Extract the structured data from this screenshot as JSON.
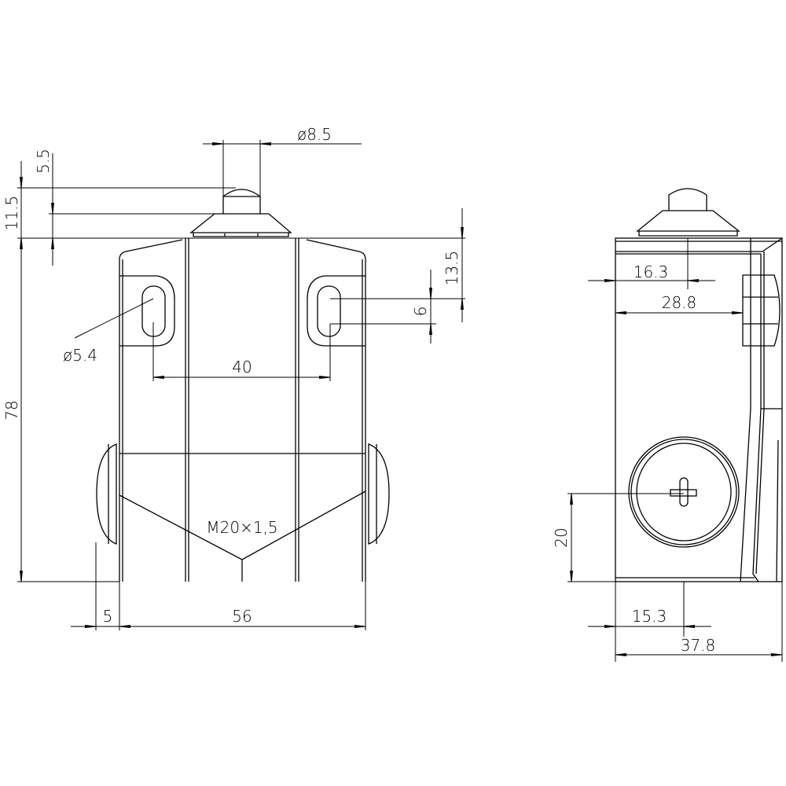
{
  "front_view": {
    "dims": {
      "plunger_diameter": "ø8.5",
      "plunger_travel": "5.5",
      "plunger_height": "11.5",
      "body_height": "78",
      "lug_offset": "13.5",
      "slot_length": "6",
      "hole_spacing": "40",
      "hole_diameter": "ø5.4",
      "gland_protrusion": "5",
      "body_width": "56"
    },
    "thread_label": "M20×1,5"
  },
  "side_view": {
    "dims": {
      "plunger_offset": "16.3",
      "lug_offset": "28.8",
      "gland_height": "20",
      "gland_offset": "15.3",
      "body_depth": "37.8"
    }
  },
  "colors": {
    "line": "#000000",
    "background": "#ffffff"
  }
}
